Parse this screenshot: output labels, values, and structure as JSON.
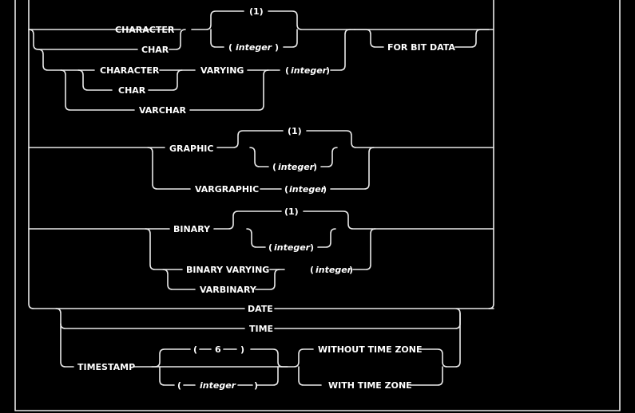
{
  "diagram": {
    "labels": {
      "character_1": "CHARACTER",
      "char_1": "CHAR",
      "default_1": "(1)",
      "open_1": "(",
      "integer_1": "integer",
      "close_1": ")",
      "for_bit_data": "FOR BIT DATA",
      "character_2": "CHARACTER",
      "char_2": "CHAR",
      "varying": "VARYING",
      "open_2": "(",
      "integer_2": "integer",
      "close_2": ")",
      "varchar": "VARCHAR",
      "graphic": "GRAPHIC",
      "default_2": "(1)",
      "open_3": "(",
      "integer_3": "integer",
      "close_3": ")",
      "vargraphic": "VARGRAPHIC",
      "open_4": "(",
      "integer_4": "integer",
      "close_4": ")",
      "binary": "BINARY",
      "default_3": "(1)",
      "open_5": "(",
      "integer_5": "integer",
      "close_5": ")",
      "binary_varying": "BINARY VARYING",
      "varbinary": "VARBINARY",
      "open_6": "(",
      "integer_6": "integer",
      "close_6": ")",
      "date": "DATE",
      "time": "TIME",
      "timestamp": "TIMESTAMP",
      "open_7": "(",
      "six": "6",
      "close_7": ")",
      "open_8": "(",
      "integer_8": "integer",
      "close_8": ")",
      "without_time_zone": "WITHOUT TIME ZONE",
      "with_time_zone": "WITH TIME ZONE"
    }
  }
}
